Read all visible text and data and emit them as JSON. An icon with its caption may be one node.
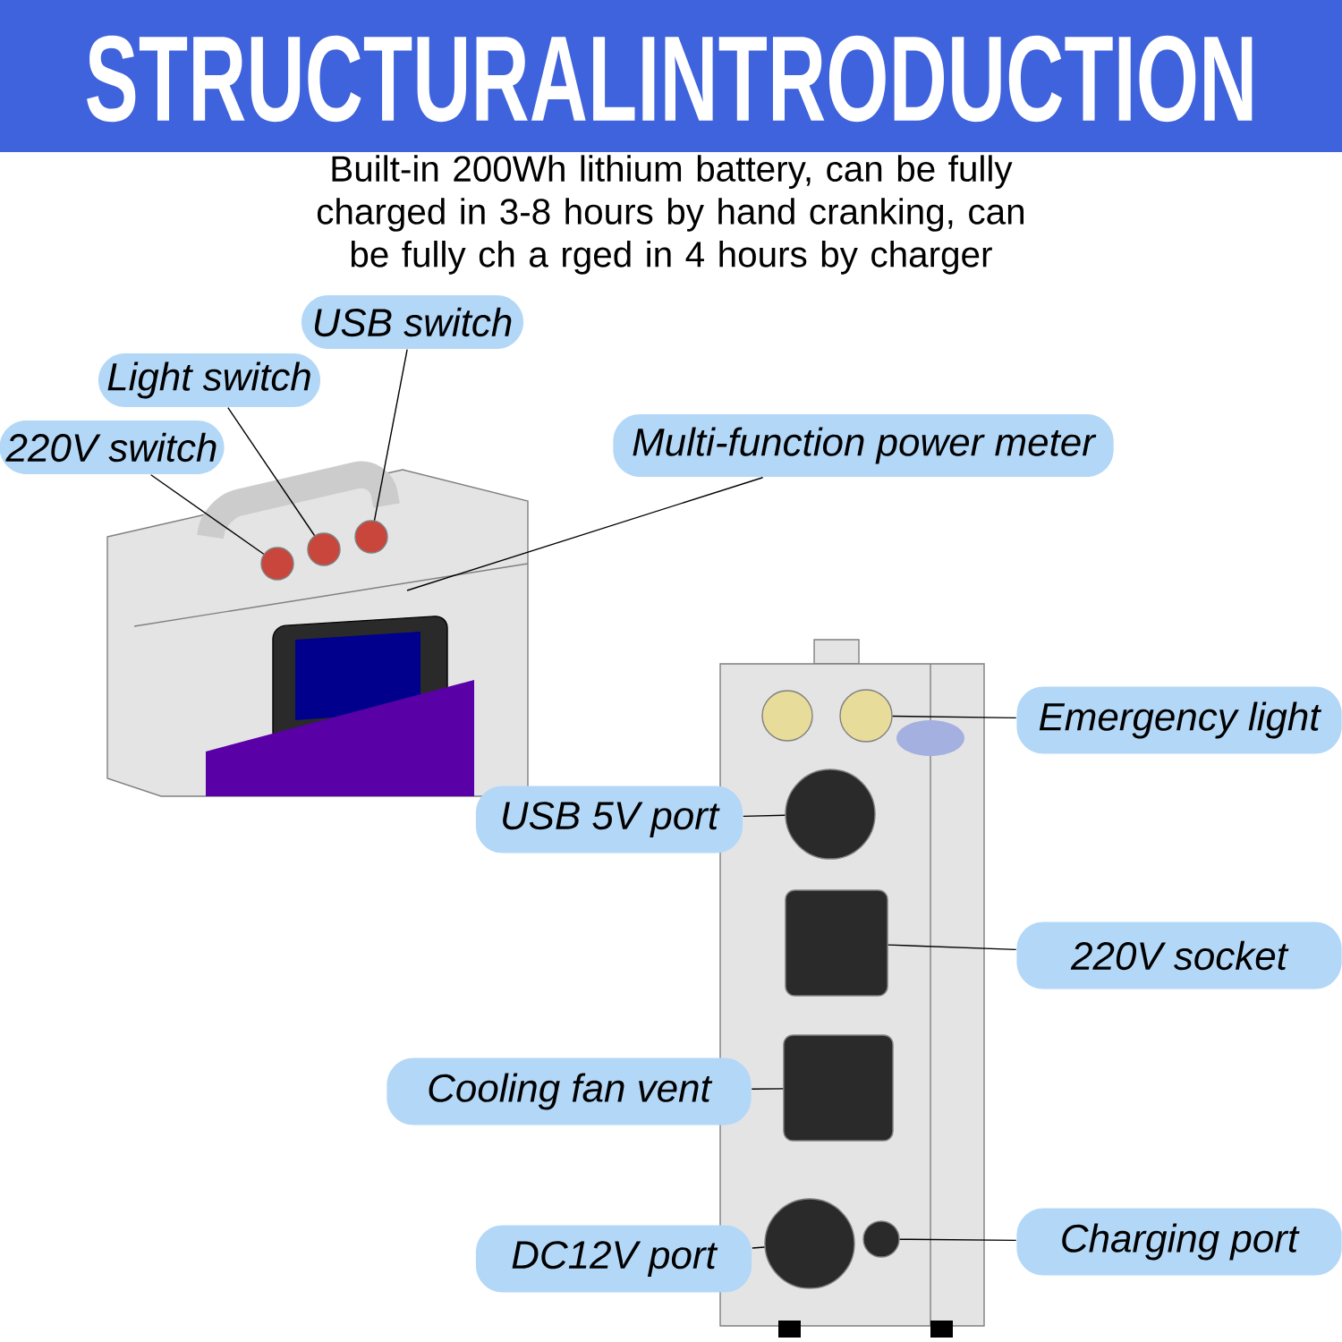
{
  "diagram": {
    "title": "STRUCTURALINTRODUCTION",
    "caption": "Built-in 200Wh lithium battery, can be fully charged in 3-8 hours by hand cranking, can be fully ch a rged in 4 hours by charger",
    "nodes": [
      {
        "text": [
          "USB switch"
        ]
      },
      {
        "text": [
          "Light switch"
        ]
      },
      {
        "text": [
          "220V switch"
        ]
      },
      {
        "text": [
          "Multi-function power meter"
        ]
      },
      {
        "text": [
          "Emergency light"
        ]
      },
      {
        "text": [
          "USB 5V port"
        ]
      },
      {
        "text": [
          "220V socket"
        ]
      },
      {
        "text": [
          "Cooling fan vent"
        ]
      },
      {
        "text": [
          "DC12V port"
        ]
      },
      {
        "text": [
          "Charging port"
        ]
      },
      {
        "text": [],
        "shape": "circle"
      },
      {
        "text": [],
        "shape": "circle"
      },
      {
        "text": [],
        "shape": "circle"
      },
      {
        "text": [],
        "shape": "circle"
      },
      {
        "text": [],
        "shape": "circle"
      },
      {
        "text": [],
        "shape": "box"
      },
      {
        "text": [],
        "shape": "box"
      },
      {
        "text": [],
        "shape": "circle"
      },
      {
        "text": [],
        "shape": "circle"
      }
    ],
    "edges": [
      {
        "from": 0,
        "to": 12,
        "arrow": "none"
      },
      {
        "from": 1,
        "to": 11,
        "arrow": "none"
      },
      {
        "from": 2,
        "to": 10,
        "arrow": "none"
      },
      {
        "from": 3,
        "to": null,
        "arrow": "none"
      },
      {
        "from": 4,
        "to": 13,
        "arrow": "none"
      },
      {
        "from": 5,
        "to": 14,
        "arrow": "none"
      },
      {
        "from": 6,
        "to": 15,
        "arrow": "none"
      },
      {
        "from": 7,
        "to": 16,
        "arrow": "none"
      },
      {
        "from": 8,
        "to": 17,
        "arrow": "none"
      },
      {
        "from": 9,
        "to": 18,
        "arrow": "none"
      }
    ]
  }
}
